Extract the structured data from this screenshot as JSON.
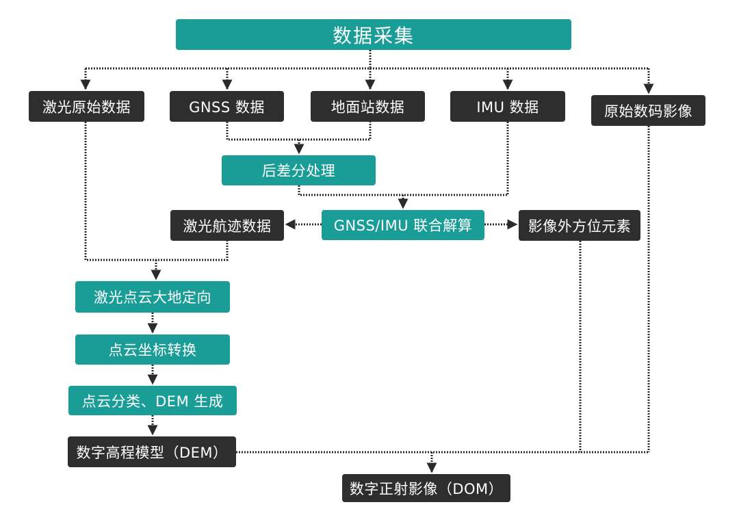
{
  "colors": {
    "teal_box": "#1a9d97",
    "dark_box": "#2e2e2e",
    "connector": "#2a2a2a",
    "text": "#ffffff"
  },
  "nodes": {
    "data_collection": "数据采集",
    "laser_raw": "激光原始数据",
    "gnss": "GNSS 数据",
    "ground_station": "地面站数据",
    "imu": "IMU 数据",
    "raw_image": "原始数码影像",
    "post_diff": "后差分处理",
    "laser_track": "激光航迹数据",
    "gnss_imu": "GNSS/IMU 联合解算",
    "ext_orientation": "影像外方位元素",
    "laser_geo": "激光点云大地定向",
    "coord_transform": "点云坐标转换",
    "classify_dem": "点云分类、DEM 生成",
    "dem": "数字高程模型（DEM）",
    "dom": "数字正射影像（DOM）"
  }
}
